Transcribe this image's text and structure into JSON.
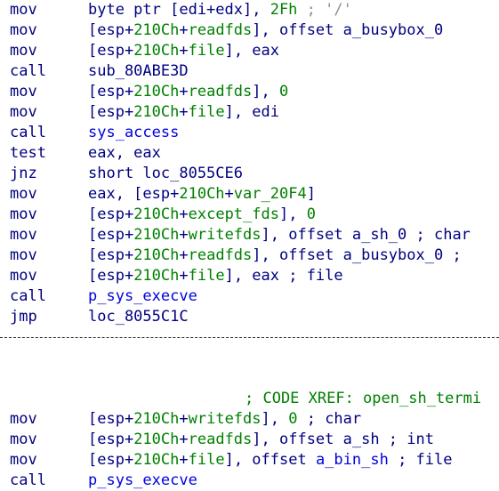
{
  "colors": {
    "text": "#000080",
    "green": "#008000",
    "grey_comment": "#909090",
    "func_ref": "#0000e0",
    "background": "#ffffff"
  },
  "lines": [
    {
      "type": "insn",
      "mnemonic": "mov",
      "parts": [
        {
          "t": "byte ptr [edi+edx], ",
          "c": "name"
        },
        {
          "t": "2Fh",
          "c": "green"
        },
        {
          "t": " ; '/'",
          "c": "grey"
        }
      ]
    },
    {
      "type": "insn",
      "mnemonic": "mov",
      "parts": [
        {
          "t": "[esp+",
          "c": "name"
        },
        {
          "t": "210Ch",
          "c": "green"
        },
        {
          "t": "+",
          "c": "name"
        },
        {
          "t": "readfds",
          "c": "green"
        },
        {
          "t": "], offset a_busybox_0",
          "c": "name"
        }
      ]
    },
    {
      "type": "insn",
      "mnemonic": "mov",
      "parts": [
        {
          "t": "[esp+",
          "c": "name"
        },
        {
          "t": "210Ch",
          "c": "green"
        },
        {
          "t": "+",
          "c": "name"
        },
        {
          "t": "file",
          "c": "green"
        },
        {
          "t": "], eax",
          "c": "name"
        }
      ]
    },
    {
      "type": "insn",
      "mnemonic": "call",
      "parts": [
        {
          "t": "sub_80ABE3D",
          "c": "name"
        }
      ]
    },
    {
      "type": "insn",
      "mnemonic": "mov",
      "parts": [
        {
          "t": "[esp+",
          "c": "name"
        },
        {
          "t": "210Ch",
          "c": "green"
        },
        {
          "t": "+",
          "c": "name"
        },
        {
          "t": "readfds",
          "c": "green"
        },
        {
          "t": "], ",
          "c": "name"
        },
        {
          "t": "0",
          "c": "green"
        }
      ]
    },
    {
      "type": "insn",
      "mnemonic": "mov",
      "parts": [
        {
          "t": "[esp+",
          "c": "name"
        },
        {
          "t": "210Ch",
          "c": "green"
        },
        {
          "t": "+",
          "c": "name"
        },
        {
          "t": "file",
          "c": "green"
        },
        {
          "t": "], edi",
          "c": "name"
        }
      ]
    },
    {
      "type": "insn",
      "mnemonic": "call",
      "parts": [
        {
          "t": "sys_access",
          "c": "func"
        }
      ]
    },
    {
      "type": "insn",
      "mnemonic": "test",
      "parts": [
        {
          "t": "eax, eax",
          "c": "name"
        }
      ]
    },
    {
      "type": "insn",
      "mnemonic": "jnz",
      "parts": [
        {
          "t": "short loc_8055CE6",
          "c": "name"
        }
      ]
    },
    {
      "type": "insn",
      "mnemonic": "mov",
      "parts": [
        {
          "t": "eax, [esp+",
          "c": "name"
        },
        {
          "t": "210Ch",
          "c": "green"
        },
        {
          "t": "+",
          "c": "name"
        },
        {
          "t": "var_20F4",
          "c": "green"
        },
        {
          "t": "]",
          "c": "name"
        }
      ]
    },
    {
      "type": "insn",
      "mnemonic": "mov",
      "parts": [
        {
          "t": "[esp+",
          "c": "name"
        },
        {
          "t": "210Ch",
          "c": "green"
        },
        {
          "t": "+",
          "c": "name"
        },
        {
          "t": "except_fds",
          "c": "green"
        },
        {
          "t": "], ",
          "c": "name"
        },
        {
          "t": "0",
          "c": "green"
        }
      ]
    },
    {
      "type": "insn",
      "mnemonic": "mov",
      "parts": [
        {
          "t": "[esp+",
          "c": "name"
        },
        {
          "t": "210Ch",
          "c": "green"
        },
        {
          "t": "+",
          "c": "name"
        },
        {
          "t": "writefds",
          "c": "green"
        },
        {
          "t": "], offset a_sh_0 ; char",
          "c": "name"
        }
      ]
    },
    {
      "type": "insn",
      "mnemonic": "mov",
      "parts": [
        {
          "t": "[esp+",
          "c": "name"
        },
        {
          "t": "210Ch",
          "c": "green"
        },
        {
          "t": "+",
          "c": "name"
        },
        {
          "t": "readfds",
          "c": "green"
        },
        {
          "t": "], offset a_busybox_0 ;",
          "c": "name"
        }
      ]
    },
    {
      "type": "insn",
      "mnemonic": "mov",
      "parts": [
        {
          "t": "[esp+",
          "c": "name"
        },
        {
          "t": "210Ch",
          "c": "green"
        },
        {
          "t": "+",
          "c": "name"
        },
        {
          "t": "file",
          "c": "green"
        },
        {
          "t": "], eax ; file",
          "c": "name"
        }
      ]
    },
    {
      "type": "insn",
      "mnemonic": "call",
      "parts": [
        {
          "t": "p_sys_execve",
          "c": "func"
        }
      ]
    },
    {
      "type": "insn",
      "mnemonic": "jmp",
      "parts": [
        {
          "t": "loc_8055C1C",
          "c": "name"
        }
      ]
    },
    {
      "type": "separator"
    },
    {
      "type": "blank"
    },
    {
      "type": "blank"
    },
    {
      "type": "comment",
      "parts": [
        {
          "t": "; CODE XREF: open_sh_termi",
          "c": "green"
        }
      ]
    },
    {
      "type": "insn",
      "mnemonic": "mov",
      "parts": [
        {
          "t": "[esp+",
          "c": "name"
        },
        {
          "t": "210Ch",
          "c": "green"
        },
        {
          "t": "+",
          "c": "name"
        },
        {
          "t": "writefds",
          "c": "green"
        },
        {
          "t": "], ",
          "c": "name"
        },
        {
          "t": "0",
          "c": "green"
        },
        {
          "t": " ; char",
          "c": "name"
        }
      ]
    },
    {
      "type": "insn",
      "mnemonic": "mov",
      "parts": [
        {
          "t": "[esp+",
          "c": "name"
        },
        {
          "t": "210Ch",
          "c": "green"
        },
        {
          "t": "+",
          "c": "name"
        },
        {
          "t": "readfds",
          "c": "green"
        },
        {
          "t": "], offset a_sh ; int",
          "c": "name"
        }
      ]
    },
    {
      "type": "insn",
      "mnemonic": "mov",
      "parts": [
        {
          "t": "[esp+",
          "c": "name"
        },
        {
          "t": "210Ch",
          "c": "green"
        },
        {
          "t": "+",
          "c": "name"
        },
        {
          "t": "file",
          "c": "green"
        },
        {
          "t": "], offset ",
          "c": "name"
        },
        {
          "t": "a_bin_sh",
          "c": "func"
        },
        {
          "t": " ; file",
          "c": "name"
        }
      ]
    },
    {
      "type": "insn",
      "mnemonic": "call",
      "parts": [
        {
          "t": "p_sys_execve",
          "c": "func"
        }
      ]
    }
  ]
}
